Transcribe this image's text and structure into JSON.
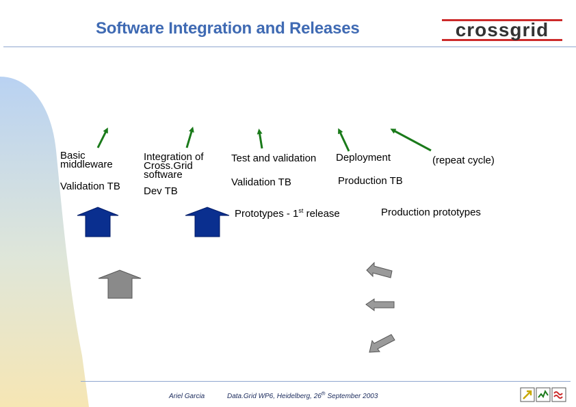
{
  "slide": {
    "title": "Software Integration and Releases",
    "logo_text": "crossgrid"
  },
  "columns": {
    "basic": {
      "top_line1": "Basic",
      "top_line2": "middleware",
      "bottom": "Validation TB"
    },
    "integration": {
      "top_line1": "Integration of",
      "top_line2": "Cross.Grid",
      "top_line3": "software",
      "bottom": "Dev TB"
    },
    "test": {
      "top": "Test and validation",
      "bottom": "Validation TB"
    },
    "deployment": {
      "top": "Deployment",
      "bottom": "Production TB"
    },
    "repeat": {
      "top": "(repeat cycle)"
    }
  },
  "releases": {
    "prototypes_pre": "Prototypes - 1",
    "prototypes_sup": "st",
    "prototypes_post": " release",
    "production": "Production prototypes"
  },
  "footer": {
    "author": "Ariel Garcia",
    "event_pre": "Data.Grid WP6, Heidelberg, 26",
    "event_sup": "th",
    "event_post": " September 2003"
  },
  "colors": {
    "title": "#3f6ab3",
    "green_arrow": "#1a7a1a",
    "blue_arrow": "#0a2f8f",
    "gray_arrow": "#8a8a8a",
    "logo_red": "#cc2a2a"
  },
  "icons": [
    "arrow-icon",
    "chart-icon",
    "wave-icon"
  ]
}
